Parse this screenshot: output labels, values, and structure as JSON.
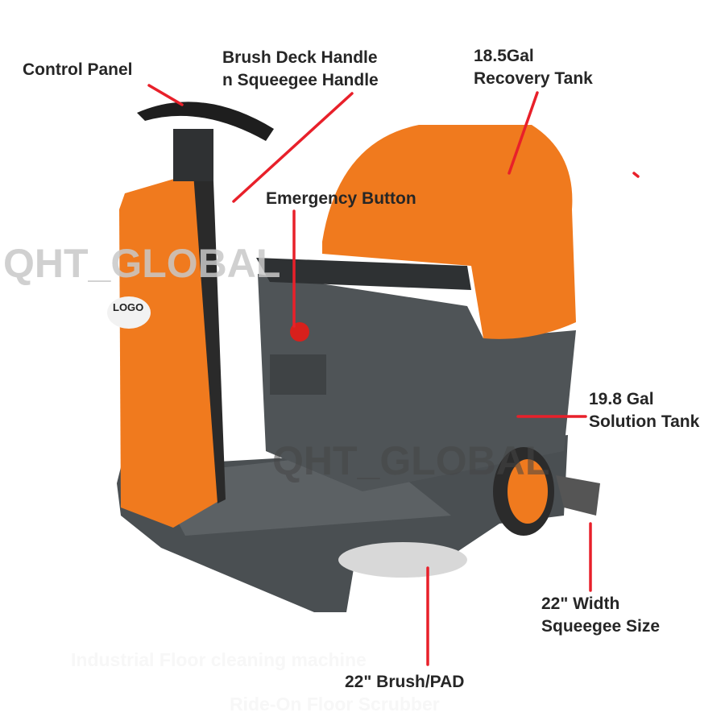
{
  "labels": {
    "control_panel": "Control Panel",
    "brush_handle_line1": "Brush Deck Handle",
    "brush_handle_line2": "n Squeegee Handle",
    "recovery_line1": "18.5Gal",
    "recovery_line2": "Recovery Tank",
    "emergency": "Emergency Button",
    "solution_line1": "19.8 Gal",
    "solution_line2": "Solution Tank",
    "squeegee_line1": "22\" Width",
    "squeegee_line2": "Squeegee Size",
    "brush_pad": "22\" Brush/PAD"
  },
  "watermark": "QHT_GLOBAL",
  "logo_text": "LOGO",
  "faint_captions": [
    "Industrial Floor cleaning machine",
    "Ride-On Floor Scrubber"
  ],
  "colors": {
    "pointer": "#e8202a",
    "body_orange": "#f07a1e",
    "body_gray": "#4a4f52"
  }
}
